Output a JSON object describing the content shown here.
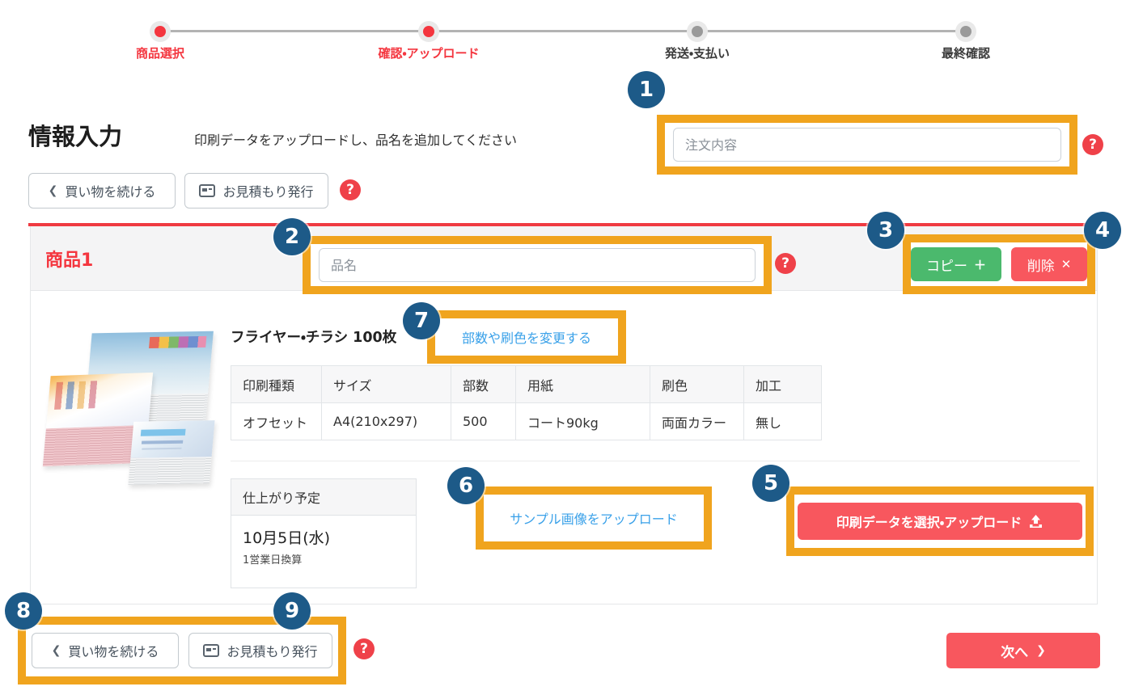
{
  "stepper": {
    "steps": [
      {
        "label": "商品選択",
        "state": "active"
      },
      {
        "label": "確認・アップロード",
        "state": "active"
      },
      {
        "label": "発送・支払い",
        "state": "inactive"
      },
      {
        "label": "最終確認",
        "state": "inactive"
      }
    ]
  },
  "header": {
    "title": "情報入力",
    "subtitle": "印刷データをアップロードし、品名を追加してください",
    "order_input_placeholder": "注文内容"
  },
  "toolbar": {
    "continue_shopping": "買い物を続ける",
    "issue_estimate": "お見積もり発行"
  },
  "product": {
    "section_title": "商品1",
    "name_placeholder": "品名",
    "copy_button": "コピー",
    "delete_button": "削除",
    "title": "フライヤー・チラシ 100枚",
    "change_link": "部数や刷色を変更する",
    "spec_table": {
      "headers": [
        "印刷種類",
        "サイズ",
        "部数",
        "用紙",
        "刷色",
        "加工"
      ],
      "row": [
        "オフセット",
        "A4(210x297)",
        "500",
        "コート90kg",
        "両面カラー",
        "無し"
      ]
    },
    "finish_schedule": {
      "title": "仕上がり予定",
      "date": "10月5日(水)",
      "note": "1営業日換算"
    },
    "sample_upload_link": "サンプル画像をアップロード",
    "upload_button": "印刷データを選択・アップロード"
  },
  "footer": {
    "continue_shopping": "買い物を続ける",
    "issue_estimate": "お見積もり発行",
    "next_button": "次へ"
  },
  "annotations": [
    "1",
    "2",
    "3",
    "4",
    "5",
    "6",
    "7",
    "8",
    "9"
  ],
  "icons": {
    "chevron_left": "❮",
    "chevron_right": "❯",
    "plus": "＋",
    "cross": "✕",
    "question": "?"
  },
  "colors": {
    "accent_red": "#f8575e",
    "divider_red": "#ef3a41",
    "green": "#4bb96d",
    "highlight_orange": "#f0a41e",
    "badge_navy": "#1d5a88",
    "link_blue": "#3aa1e9"
  }
}
